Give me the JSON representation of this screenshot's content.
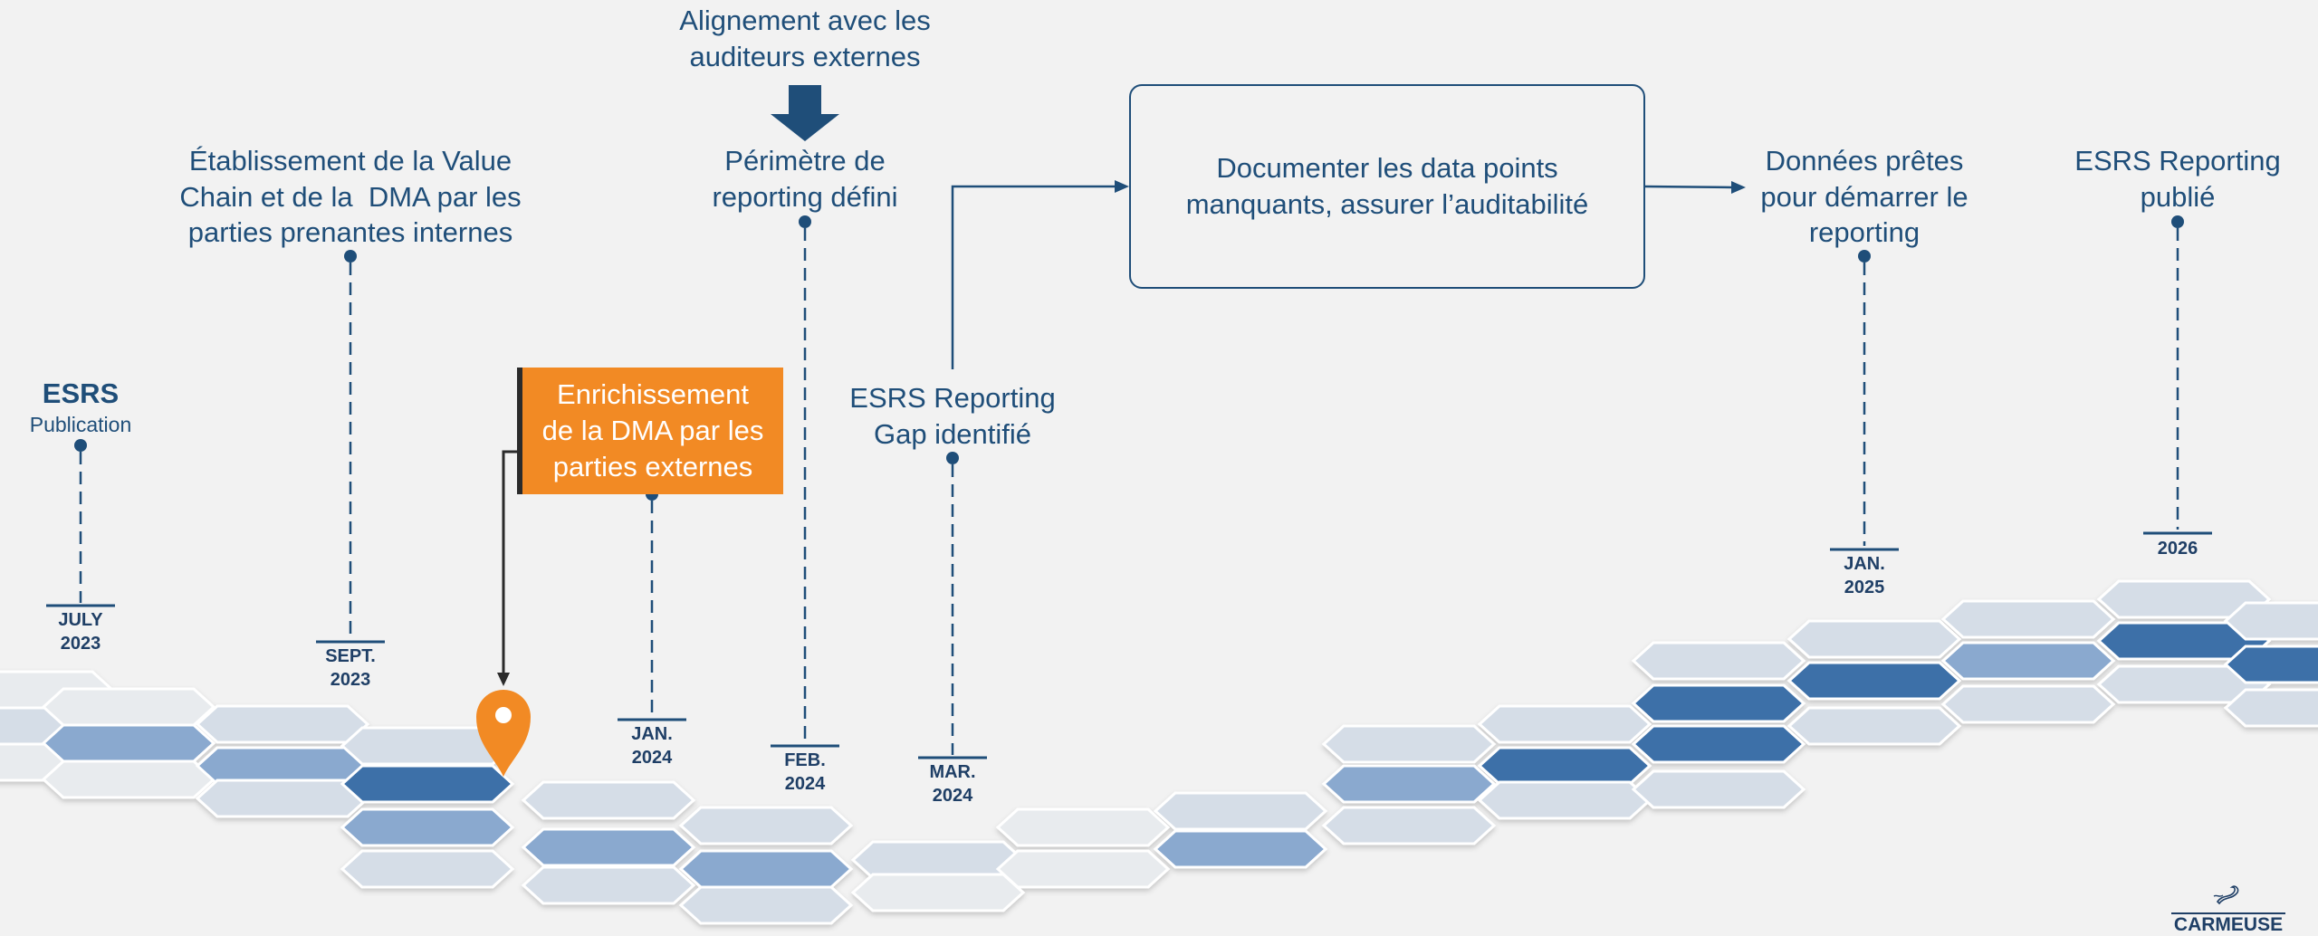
{
  "milestones": {
    "esrs_publication": {
      "title": "ESRS",
      "subtitle": "Publication",
      "date_l1": "JULY",
      "date_l2": "2023"
    },
    "value_chain": {
      "l1": "Établissement de la Value",
      "l2": "Chain et de la  DMA par les",
      "l3": "parties prenantes internes",
      "date_l1": "SEPT.",
      "date_l2": "2023"
    },
    "enrichissement": {
      "l1": "Enrichissement",
      "l2": "de la DMA par les",
      "l3": "parties externes",
      "date_l1": "JAN.",
      "date_l2": "2024"
    },
    "perimetre": {
      "l1": "Périmètre de",
      "l2": "reporting défini",
      "date_l1": "FEB.",
      "date_l2": "2024"
    },
    "alignement": {
      "l1": "Alignement avec les",
      "l2": "auditeurs externes"
    },
    "gap": {
      "l1": "ESRS Reporting",
      "l2": "Gap identifié",
      "date_l1": "MAR.",
      "date_l2": "2024"
    },
    "documenter": {
      "l1": "Documenter les data points",
      "l2": "manquants, assurer l’auditabilité"
    },
    "donnees": {
      "l1": "Données prêtes",
      "l2": "pour démarrer le",
      "l3": "reporting",
      "date_l1": "JAN.",
      "date_l2": "2025"
    },
    "publie": {
      "l1": "ESRS Reporting",
      "l2": "publié",
      "date_l1": "2026"
    }
  },
  "logo": {
    "text": "CARMEUSE",
    "icon": "swan-icon"
  },
  "colors": {
    "navy": "#1f4e79",
    "orange_box": "#f28a24",
    "pin": "#f28a24",
    "hex_dark": "#3d6fa8",
    "hex_mid": "#8aa9cf",
    "hex_light": "#d5dde7",
    "background": "#f2f2f2"
  },
  "icons": [
    "location-pin-icon",
    "down-arrow-icon",
    "swan-icon"
  ]
}
